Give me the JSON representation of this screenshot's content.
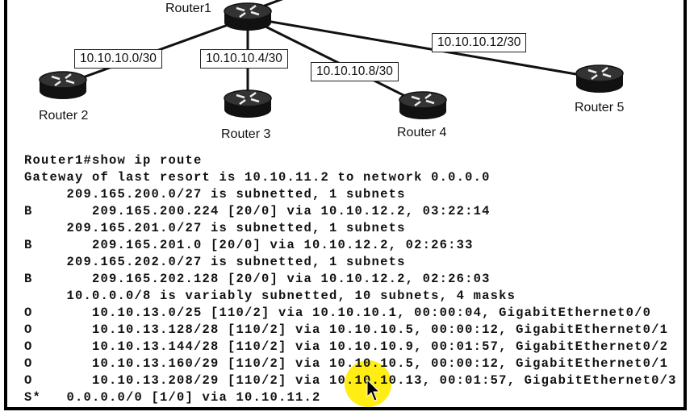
{
  "diagram": {
    "routers": [
      "Router1",
      "Router 2",
      "Router 3",
      "Router 4",
      "Router 5"
    ],
    "links": [
      "10.10.10.0/30",
      "10.10.10.4/30",
      "10.10.10.8/30",
      "10.10.10.12/30"
    ]
  },
  "cli": {
    "lines": [
      "Router1#show ip route",
      "Gateway of last resort is 10.10.11.2 to network 0.0.0.0",
      "     209.165.200.0/27 is subnetted, 1 subnets",
      "B       209.165.200.224 [20/0] via 10.10.12.2, 03:22:14",
      "     209.165.201.0/27 is subnetted, 1 subnets",
      "B       209.165.201.0 [20/0] via 10.10.12.2, 02:26:33",
      "     209.165.202.0/27 is subnetted, 1 subnets",
      "B       209.165.202.128 [20/0] via 10.10.12.2, 02:26:03",
      "     10.0.0.0/8 is variably subnetted, 10 subnets, 4 masks",
      "O       10.10.13.0/25 [110/2] via 10.10.10.1, 00:00:04, GigabitEthernet0/0",
      "O       10.10.13.128/28 [110/2] via 10.10.10.5, 00:00:12, GigabitEthernet0/1",
      "O       10.10.13.144/28 [110/2] via 10.10.10.9, 00:01:57, GigabitEthernet0/2",
      "O       10.10.13.160/29 [110/2] via 10.10.10.5, 00:00:12, GigabitEthernet0/1",
      "O       10.10.13.208/29 [110/2] via 10.10.10.13, 00:01:57, GigabitEthernet0/3",
      "S*   0.0.0.0/0 [1/0] via 10.10.11.2"
    ]
  },
  "colors": {
    "highlight": "#ffeb00"
  }
}
